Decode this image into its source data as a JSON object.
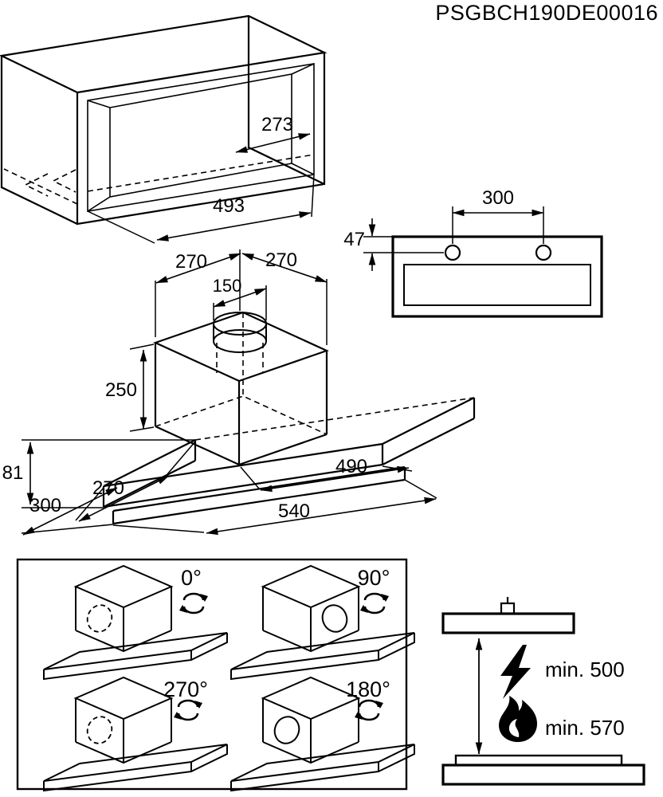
{
  "document_code": "PSGBCH190DE00016",
  "colors": {
    "line": "#000000",
    "background": "#ffffff"
  },
  "cabinet_view": {
    "niche_depth": "273",
    "niche_width": "493"
  },
  "front_view": {
    "hole_spacing": "300",
    "hole_offset": "47"
  },
  "hood_view": {
    "duct_offset_left": "270",
    "duct_offset_right": "270",
    "duct_diameter": "150",
    "body_height": "250",
    "visor_height": "81",
    "base_depth_total": "300",
    "base_depth_inner": "270",
    "body_width": "490",
    "total_width": "540"
  },
  "rotation_panel": {
    "angles": [
      "0°",
      "90°",
      "270°",
      "180°"
    ],
    "icon": "rotate-arrows-icon"
  },
  "clearance_view": {
    "electric_min": "min. 500",
    "gas_min": "min. 570",
    "electric_icon": "lightning-bolt-icon",
    "gas_icon": "flame-icon"
  }
}
